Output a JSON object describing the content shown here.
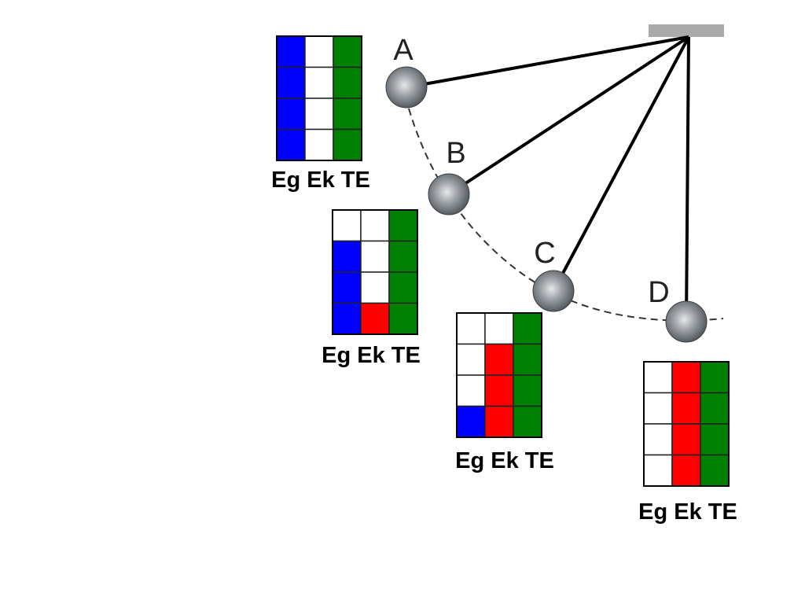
{
  "diagram": {
    "levels_per_bar": 4,
    "colors": {
      "Eg": "#0000ff",
      "Ek": "#ff0000",
      "TE": "#008000",
      "empty": "#ffffff",
      "rod": "#000000",
      "support": "#aaaaaa",
      "bob": "#6f7478"
    },
    "positions": [
      {
        "id": "A",
        "label": "A",
        "bars": {
          "Eg": 4,
          "Ek": 0,
          "TE": 4
        },
        "caption": "Eg Ek TE"
      },
      {
        "id": "B",
        "label": "B",
        "bars": {
          "Eg": 3,
          "Ek": 1,
          "TE": 4
        },
        "caption": "Eg Ek TE"
      },
      {
        "id": "C",
        "label": "C",
        "bars": {
          "Eg": 1,
          "Ek": 3,
          "TE": 4
        },
        "caption": "Eg Ek TE"
      },
      {
        "id": "D",
        "label": "D",
        "bars": {
          "Eg": 0,
          "Ek": 4,
          "TE": 4
        },
        "caption": "Eg Ek TE"
      }
    ]
  }
}
